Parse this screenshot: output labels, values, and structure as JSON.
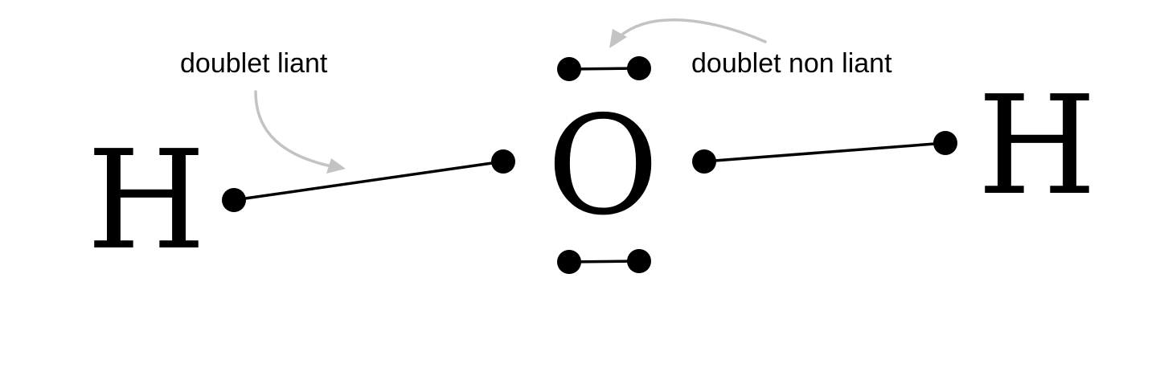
{
  "molecule": {
    "atoms": {
      "hydrogen_left": "H",
      "oxygen": "O",
      "hydrogen_right": "H"
    }
  },
  "annotations": {
    "bonding_pair": "doublet liant",
    "lone_pair": "doublet non liant"
  },
  "colors": {
    "ink": "#000000",
    "pointer": "#c3c3c3",
    "background": "#ffffff"
  }
}
